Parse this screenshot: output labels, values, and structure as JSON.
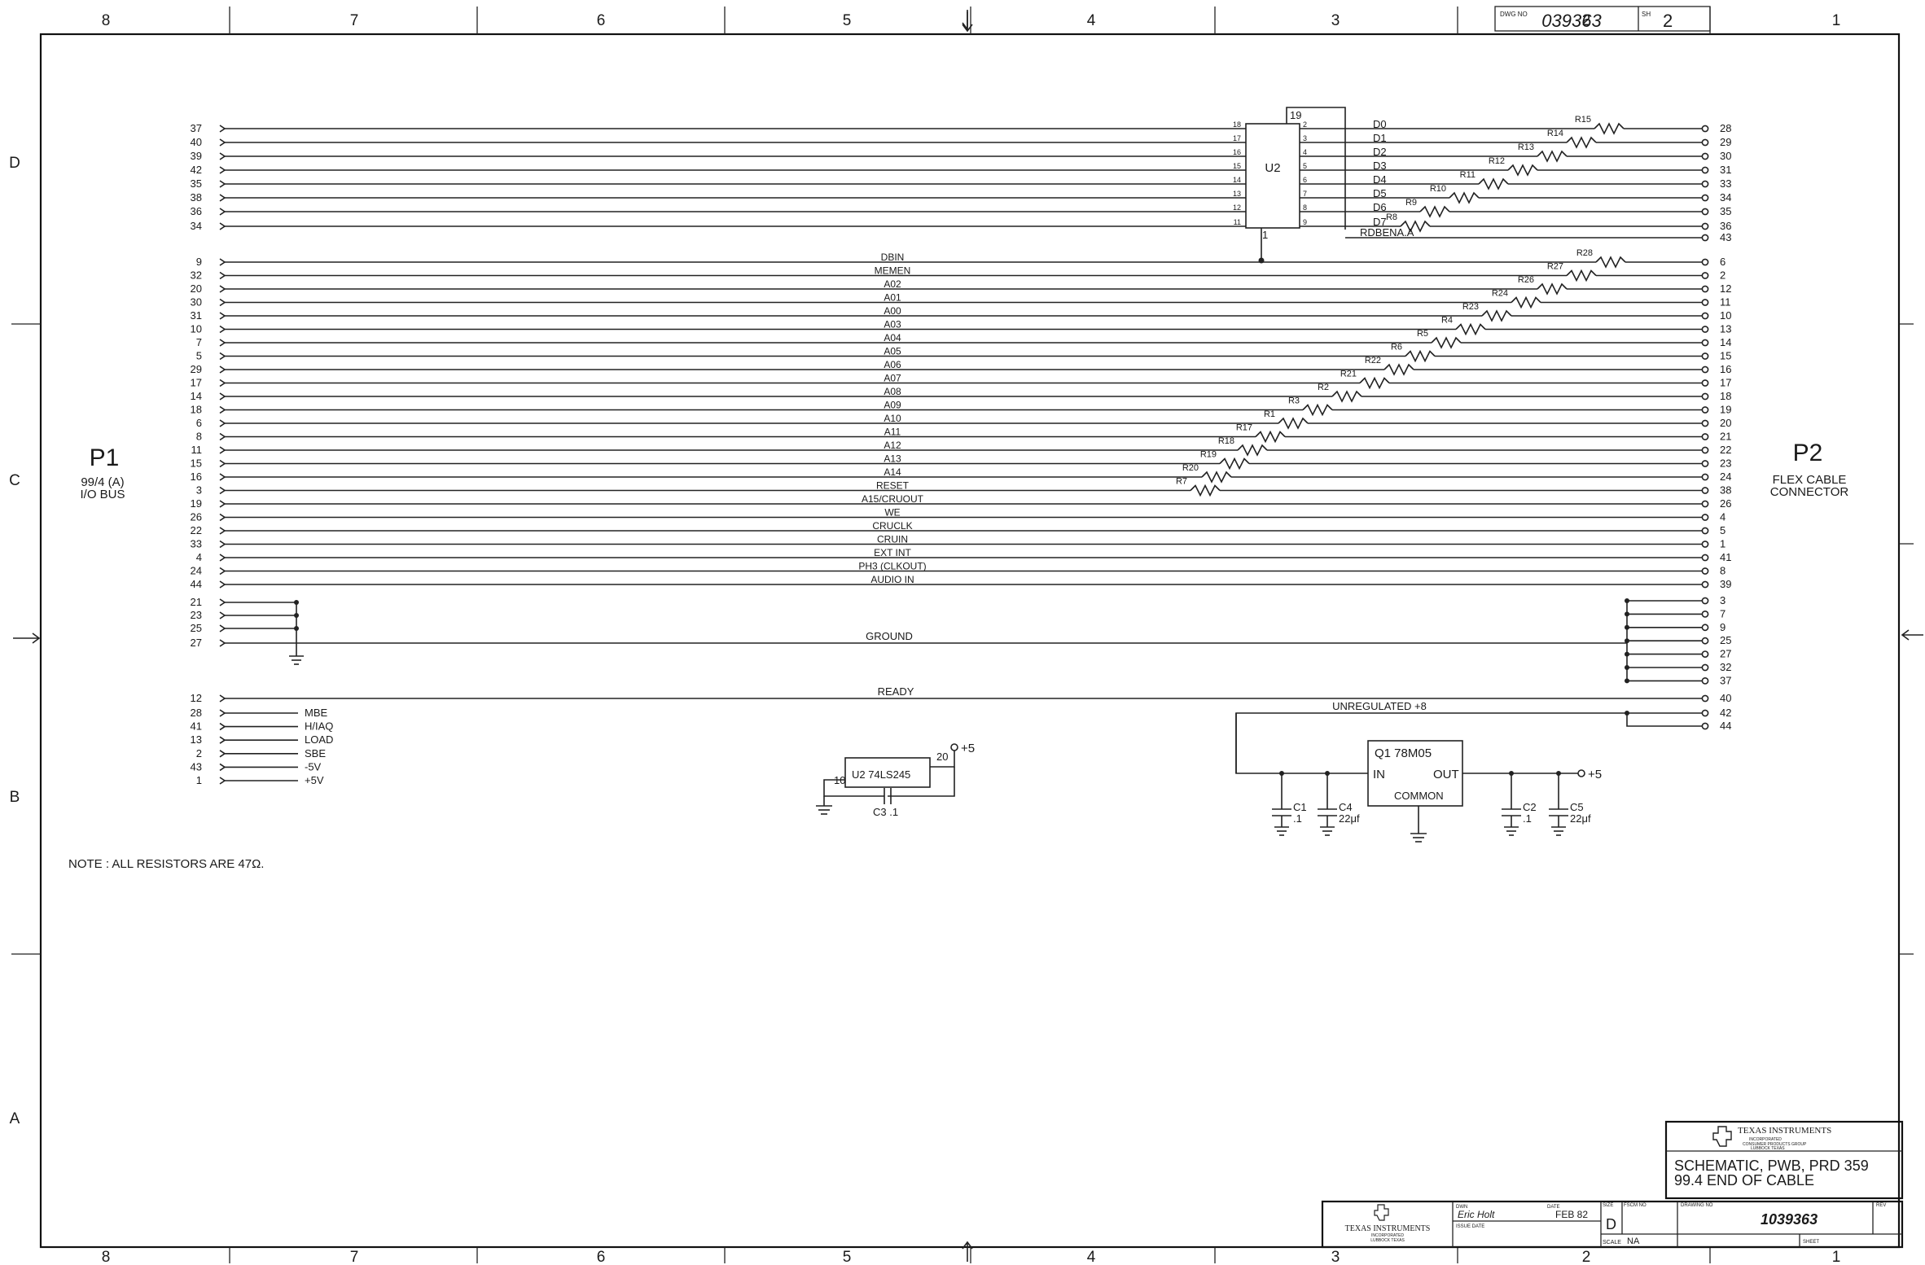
{
  "zones": {
    "columns": [
      "8",
      "7",
      "6",
      "5",
      "4",
      "3",
      "2",
      "1"
    ],
    "rows": [
      "D",
      "C",
      "B",
      "A"
    ]
  },
  "header_block": {
    "dwg_no_label": "DWG NO",
    "dwg_no": "039363",
    "sheet_label": "SH",
    "sheet_no": "2"
  },
  "p1": {
    "name": "P1",
    "subtitle_1": "99/4 (A)",
    "subtitle_2": "I/O BUS"
  },
  "p2": {
    "name": "P2",
    "subtitle_1": "FLEX CABLE",
    "subtitle_2": "CONNECTOR"
  },
  "data_bus": {
    "left_pins": [
      "37",
      "40",
      "39",
      "42",
      "35",
      "38",
      "36",
      "34"
    ],
    "u2_a_pins": [
      "18",
      "17",
      "16",
      "15",
      "14",
      "13",
      "12",
      "11"
    ],
    "u2_b_pins": [
      "2",
      "3",
      "4",
      "5",
      "6",
      "7",
      "8",
      "9"
    ],
    "signals": [
      "D0",
      "D1",
      "D2",
      "D3",
      "D4",
      "D5",
      "D6",
      "D7"
    ],
    "resistors": [
      "R15",
      "R14",
      "R13",
      "R12",
      "R11",
      "R10",
      "R9",
      "R8"
    ],
    "right_pins": [
      "28",
      "29",
      "30",
      "31",
      "33",
      "34",
      "35",
      "36"
    ],
    "enable_signal": "RDBENA.A",
    "enable_pin": "43",
    "u2_label": "U2",
    "u2_pin19": "19",
    "u2_pin1": "1"
  },
  "addr_bus": {
    "left_pins": [
      "9",
      "32",
      "20",
      "30",
      "31",
      "10",
      "7",
      "5",
      "29",
      "17",
      "14",
      "18",
      "6",
      "8",
      "11",
      "15",
      "16",
      "3",
      "19",
      "26",
      "22",
      "33",
      "4",
      "24",
      "44"
    ],
    "signals": [
      "DBIN",
      "MEMEN",
      "A02",
      "A01",
      "A00",
      "A03",
      "A04",
      "A05",
      "A06",
      "A07",
      "A08",
      "A09",
      "A10",
      "A11",
      "A12",
      "A13",
      "A14",
      "RESET",
      "A15/CRUOUT",
      "WE",
      "CRUCLK",
      "CRUIN",
      "EXT INT",
      "PH3 (CLKOUT)",
      "AUDIO IN"
    ],
    "resistors": [
      "R28",
      "R27",
      "R26",
      "R24",
      "R23",
      "R4",
      "R5",
      "R6",
      "R22",
      "R21",
      "R2",
      "R3",
      "R1",
      "R17",
      "R18",
      "R19",
      "R20",
      "R7"
    ],
    "right_pins": [
      "6",
      "2",
      "12",
      "11",
      "10",
      "13",
      "14",
      "15",
      "16",
      "17",
      "18",
      "19",
      "20",
      "21",
      "22",
      "23",
      "24",
      "38",
      "26",
      "4",
      "5",
      "1",
      "41",
      "8",
      "39"
    ]
  },
  "ground": {
    "left_pins": [
      "21",
      "23",
      "25",
      "27"
    ],
    "label": "GROUND",
    "right_pins": [
      "3",
      "7",
      "9",
      "25",
      "27",
      "32",
      "37"
    ]
  },
  "ready": {
    "left_pin": "12",
    "label": "READY",
    "right_pin": "40"
  },
  "unregulated": {
    "label": "UNREGULATED +8",
    "right_pins": [
      "42",
      "44"
    ]
  },
  "misc_signals": {
    "left_pins": [
      "28",
      "41",
      "13",
      "2",
      "43",
      "1"
    ],
    "labels": [
      "MBE",
      "H/IAQ",
      "LOAD",
      "SBE",
      "-5V",
      "+5V"
    ]
  },
  "u2_power": {
    "part": "U2 74LS245",
    "pin_vcc": "20",
    "pin_gnd": "10",
    "vcc": "+5",
    "cap": "C3 .1"
  },
  "regulator": {
    "part": "Q1 78M05",
    "in_label": "IN",
    "out_label": "OUT",
    "common_label": "COMMON",
    "output": "+5",
    "caps": [
      {
        "name": "C1",
        "value": ".1"
      },
      {
        "name": "C4",
        "value": "22μf"
      },
      {
        "name": "C2",
        "value": ".1"
      },
      {
        "name": "C5",
        "value": "22μf"
      }
    ]
  },
  "note": "NOTE : ALL RESISTORS ARE 47Ω.",
  "title_block": {
    "company": "TEXAS INSTRUMENTS",
    "company_sub_1": "INCORPORATED",
    "company_sub_2": "CONSUMER PRODUCTS GROUP",
    "company_sub_3": "LUBBOCK TEXAS",
    "title_line_1": "SCHEMATIC, PWB, PRD 359",
    "title_line_2": "99.4 END OF CABLE",
    "drawn_label": "DWN",
    "drawn_by": "Eric Holt",
    "date_label": "DATE",
    "date": "FEB 82",
    "issue_date_label": "ISSUE DATE",
    "size_label": "SIZE",
    "size": "D",
    "fscm_label": "FSCM NO",
    "drawing_no_label": "DRAWING NO",
    "drawing_no": "1039363",
    "rev_label": "REV",
    "scale_label": "SCALE",
    "scale": "NA",
    "sheet_label": "SHEET"
  },
  "small_block": {
    "company": "TEXAS INSTRUMENTS",
    "sub_1": "INCORPORATED",
    "sub_2": "LUBBOCK TEXAS"
  }
}
